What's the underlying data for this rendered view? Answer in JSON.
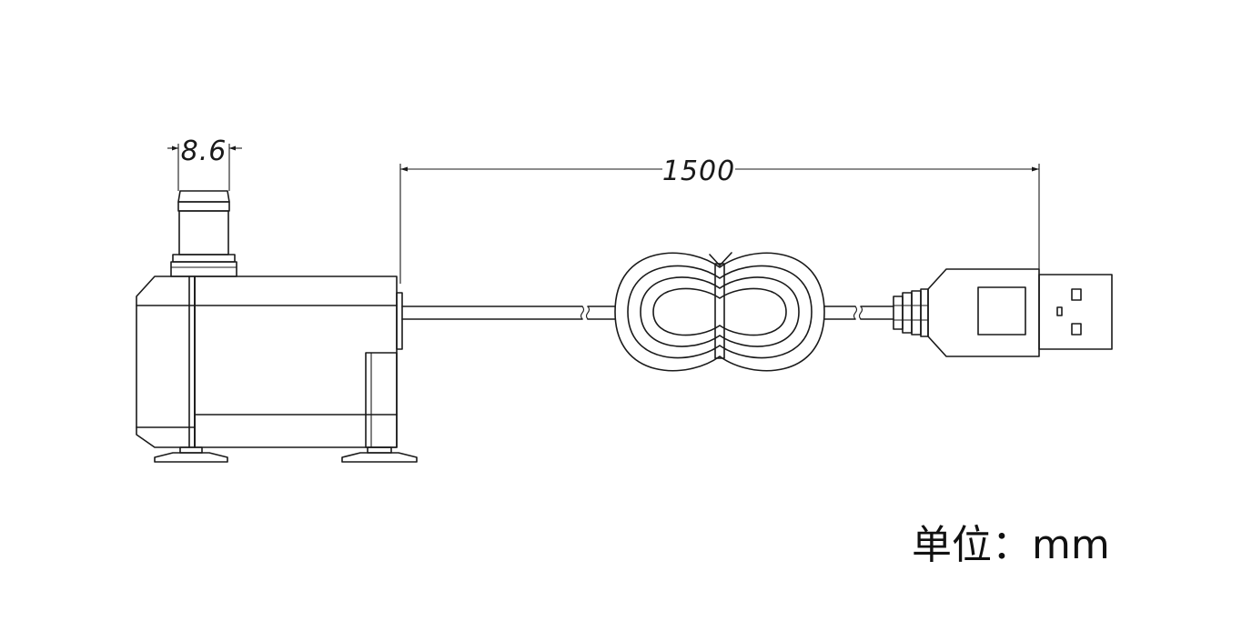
{
  "dimensions": {
    "outlet_diameter": "8.6",
    "cable_length": "1500"
  },
  "unit_label": "单位：mm",
  "colors": {
    "line": "#1a1a1a",
    "background": "#ffffff"
  }
}
